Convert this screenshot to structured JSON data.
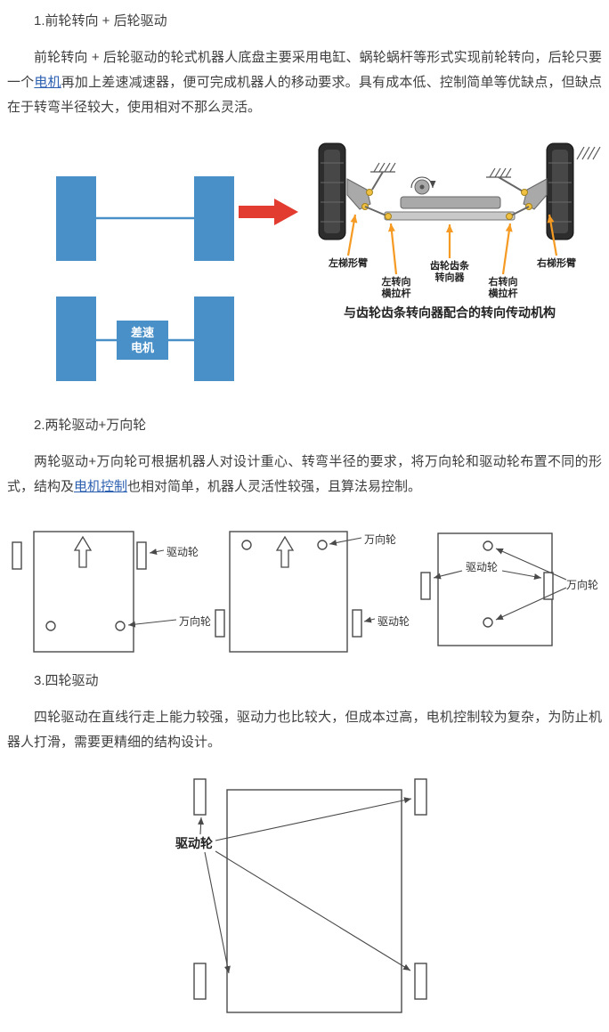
{
  "page": {
    "background": "#ffffff",
    "text_color": "#3f3f3f",
    "link_color": "#2b5fb0",
    "blue_block_color": "#4a90c8",
    "red_arrow_color": "#e23c30",
    "orange_arrow_color": "#f59a23"
  },
  "section1": {
    "title": "1.前轮转向 + 后轮驱动",
    "para_part1": "前轮转向 + 后轮驱动的轮式机器人底盘主要采用电缸、蜗轮蜗杆等形式实现前轮转向，后轮只要一个",
    "link_text": "电机",
    "para_part2": "再加上差速减速器，便可完成机器人的移动要求。具有成本低、控制简单等优缺点，但缺点在于转弯半径较大，使用相对不那么灵活。"
  },
  "figure1": {
    "motor_line1": "差速",
    "motor_line2": "电机",
    "label_left_arm": "左梯形臂",
    "label_left_tie_line1": "左转向",
    "label_left_tie_line2": "横拉杆",
    "label_gear_line1": "齿轮齿条",
    "label_gear_line2": "转向器",
    "label_right_tie_line1": "右转向",
    "label_right_tie_line2": "横拉杆",
    "label_right_arm": "右梯形臂",
    "caption": "与齿轮齿条转向器配合的转向传动机构"
  },
  "section2": {
    "title": "2.两轮驱动+万向轮",
    "para_part1": "两轮驱动+万向轮可根据机器人对设计重心、转弯半径的要求，将万向轮和驱动轮布置不同的形式，结构及",
    "link_text": "电机控制",
    "para_part2": "也相对简单，机器人灵活性较强，且算法易控制。"
  },
  "figure2": {
    "layout1": {
      "drive_label": "驱动轮",
      "caster_label": "万向轮"
    },
    "layout2": {
      "caster_label": "万向轮",
      "drive_label": "驱动轮"
    },
    "layout3": {
      "drive_label": "驱动轮",
      "caster_label": "万向轮"
    }
  },
  "section3": {
    "title": "3.四轮驱动",
    "para": "四轮驱动在直线行走上能力较强，驱动力也比较大，但成本过高，电机控制较为复杂，为防止机器人打滑，需要更精细的结构设计。"
  },
  "figure3": {
    "drive_label": "驱动轮"
  }
}
